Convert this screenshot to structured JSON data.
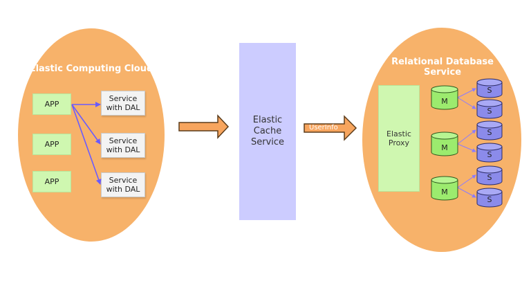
{
  "ecc": {
    "title": "Elastic Computing Cloud",
    "apps": [
      "APP",
      "APP",
      "APP"
    ],
    "services": [
      {
        "line1": "Service",
        "line2": "with DAL"
      },
      {
        "line1": "Service",
        "line2": "with DAL"
      },
      {
        "line1": "Service",
        "line2": "with DAL"
      }
    ]
  },
  "cache": {
    "line1": "Elastic",
    "line2": "Cache",
    "line3": "Service"
  },
  "flow": {
    "label": "UserInfo"
  },
  "rds": {
    "title_line1": "Relational Database",
    "title_line2": "Service",
    "proxy": {
      "line1": "Elastic",
      "line2": "Proxy"
    },
    "groups": [
      {
        "master": "M",
        "slaves": [
          "S",
          "S"
        ]
      },
      {
        "master": "M",
        "slaves": [
          "S",
          "S"
        ]
      },
      {
        "master": "M",
        "slaves": [
          "S",
          "S"
        ]
      }
    ]
  },
  "colors": {
    "cloud": "#F7B26A",
    "cache": "#CCCCFF",
    "green_box": "#CFF7B0",
    "master_cylinder": "#9CEB6E",
    "slave_cylinder": "#8B8BEA",
    "connector": "#6A5BFF",
    "arrow": "#F7A55E"
  }
}
